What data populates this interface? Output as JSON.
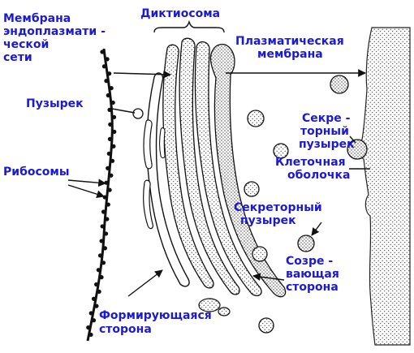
{
  "colors": {
    "label": "#1a1ad6",
    "ink": "#111111",
    "stipple": "#5a5a5a",
    "background": "#ffffff"
  },
  "labels": {
    "er_membrane": [
      "Мембрана",
      "эндоплазмати -",
      "ческой",
      "сети"
    ],
    "dictyosome": "Диктиосома",
    "plasma_membrane": [
      "Плазматическая",
      "мембрана"
    ],
    "vesicle": "Пузырек",
    "secretory_vesicle_top": [
      "Секре -",
      "торный",
      "пузырек"
    ],
    "ribosomes": "Рибосомы",
    "cell_wall": [
      "Клеточная",
      "оболочка"
    ],
    "secretory_vesicle_bottom": [
      "Секреторный",
      "пузырек"
    ],
    "maturing_face": [
      "Созре -",
      "вающая",
      "сторона"
    ],
    "forming_face": [
      "Формирующаяся",
      "сторона"
    ]
  }
}
